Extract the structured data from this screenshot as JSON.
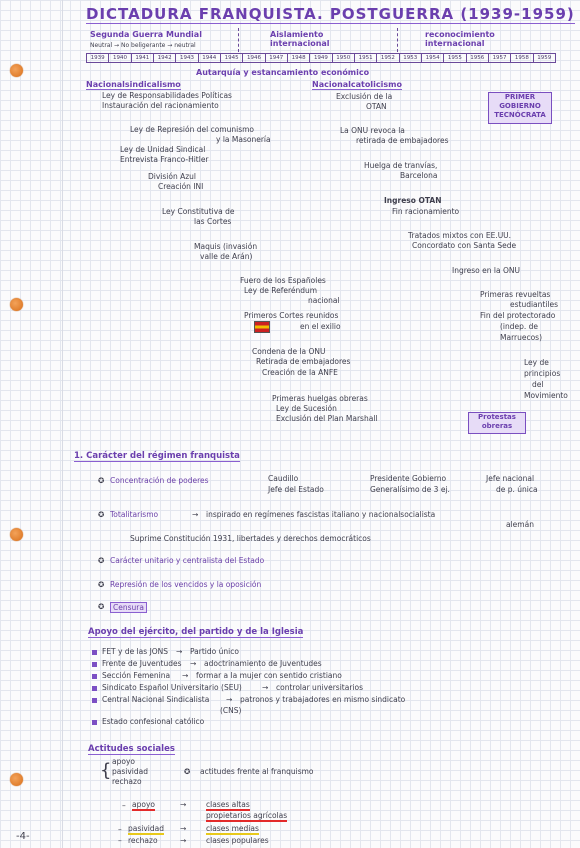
{
  "title": "DICTADURA FRANQUISTA. POSTGUERRA (1939-1959)",
  "periods": {
    "p1": "Segunda Guerra Mundial",
    "p1_sub": "Neutral → No beligerante → neutral",
    "p2": "Aislamiento internacional",
    "p3": "reconocimiento internacional"
  },
  "years": [
    "1939",
    "1940",
    "1941",
    "1942",
    "1943",
    "1944",
    "1945",
    "1946",
    "1947",
    "1948",
    "1949",
    "1950",
    "1951",
    "1952",
    "1953",
    "1954",
    "1955",
    "1956",
    "1957",
    "1958",
    "1959"
  ],
  "economy": "Autarquía y estancamiento económico",
  "col_left_header": "Nacionalsindicalismo",
  "col_right_header": "Nacionalcatolicismo",
  "left_items": {
    "a1": "Ley de Responsabilidades Políticas",
    "a2": "Instauración del racionamiento",
    "b1": "Ley de Represión del comunismo",
    "b2": "y la Masonería",
    "b3": "Ley de Unidad Sindical",
    "b4": "Entrevista Franco-Hitler",
    "c1": "División Azul",
    "c2": "Creación INI",
    "d1": "Ley Constitutiva de",
    "d2": "las Cortes",
    "e1": "Maquis (invasión",
    "e2": "valle de Arán)",
    "f1": "Fuero de los Españoles",
    "f2": "Ley de Referéndum",
    "f3": "nacional",
    "g1": "Primeros Cortes reunidos",
    "g2": "en el exilio",
    "h1": "Condena de la ONU",
    "h2": "Retirada de embajadores",
    "h3": "Creación de la ANFE",
    "i1": "Primeras huelgas obreras",
    "i2": "Ley de Sucesión",
    "i3": "Exclusión del Plan Marshall"
  },
  "right_items": {
    "a1": "Exclusión de la",
    "a2": "OTAN",
    "b1": "La ONU revoca la",
    "b2": "retirada de embajadores",
    "c1": "Huelga de tranvías,",
    "c2": "Barcelona",
    "d1": "Ingreso OTAN",
    "d2": "Fin racionamiento",
    "e1": "Tratados mixtos con EE.UU.",
    "e2": "Concordato con Santa Sede",
    "f1": "Ingreso en la ONU",
    "g1": "Primeras revueltas",
    "g2": "estudiantiles",
    "g3": "Fin del protectorado",
    "g4": "(indep. de",
    "g5": "Marruecos)",
    "h1": "Ley de",
    "h2": "principios",
    "h3": "del",
    "h4": "Movimiento"
  },
  "box_gobierno": [
    "PRIMER",
    "GOBIERNO",
    "TECNÓCRATA"
  ],
  "box_protestas": [
    "Protestas",
    "obreras"
  ],
  "section1": "1. Carácter del régimen franquista",
  "s1": {
    "conc": "Concentración de poderes",
    "conc_a": "Caudillo",
    "conc_b": "Jefe del Estado",
    "conc_c": "Presidente Gobierno",
    "conc_d": "Generalísimo de 3 ej.",
    "conc_e": "Jefe nacional",
    "conc_f": "de p. única",
    "tot": "Totalitarismo",
    "tot_a": "inspirado en regímenes fascistas italiano y nacionalsocialista",
    "tot_b": "alemán",
    "tot_c": "Suprime Constitución 1931, libertades y derechos democráticos",
    "uni": "Carácter unitario y centralista del Estado",
    "rep": "Represión de los vencidos y la oposición",
    "cen": "Censura"
  },
  "apoyo_title": "Apoyo del ejército, del partido y de la Iglesia",
  "apoyo": {
    "a1": "FET y de las JONS",
    "a1r": "Partido único",
    "a2": "Frente de Juventudes",
    "a2r": "adoctrinamiento de Juventudes",
    "a3": "Sección Femenina",
    "a3r": "formar a la mujer con sentido cristiano",
    "a4": "Sindicato Español Universitario (SEU)",
    "a4r": "controlar universitarios",
    "a5": "Central Nacional Sindicalista",
    "a5r": "patronos y trabajadores en mismo sindicato",
    "a5b": "(CNS)",
    "a6": "Estado confesional católico"
  },
  "actitudes_title": "Actitudes sociales",
  "actitudes": {
    "l1": "apoyo",
    "l2": "pasividad",
    "l3": "rechazo",
    "r": "actitudes frente al franquismo",
    "x1": "apoyo",
    "x1r": "clases altas",
    "x1b": "propietarios agrícolas",
    "x2": "pasividad",
    "x2r": "clases medias",
    "x3": "rechazo",
    "x3r": "clases populares"
  },
  "page_number": "-4-"
}
